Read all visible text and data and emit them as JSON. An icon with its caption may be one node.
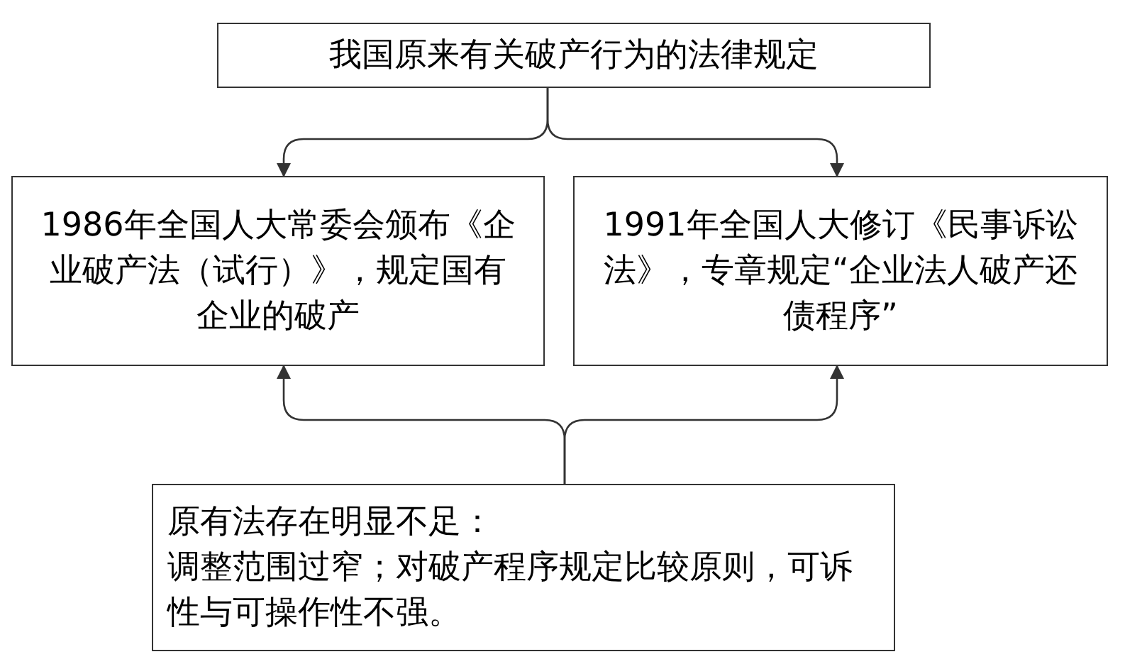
{
  "diagram": {
    "nodes": [
      {
        "text": [
          "我国原来有关破产行为的法律规定"
        ]
      },
      {
        "text": [
          "1986年全国人大常委会颁布《企业破产法（试行）》，规定国有企业的破产"
        ]
      },
      {
        "text": [
          "1991年全国人大修订《民事诉讼法》，专章规定“企业法人破产还债程序”"
        ]
      },
      {
        "text": [
          "原有法存在明显不足：",
          "调整范围过窄；对破产程序规定比较原则，可诉性与可操作性不强。"
        ]
      }
    ],
    "edges": [
      {
        "from": 0,
        "to": 1,
        "arrow": "to"
      },
      {
        "from": 0,
        "to": 2,
        "arrow": "to"
      },
      {
        "from": 3,
        "to": 1,
        "arrow": "to"
      },
      {
        "from": 3,
        "to": 2,
        "arrow": "to"
      }
    ]
  }
}
